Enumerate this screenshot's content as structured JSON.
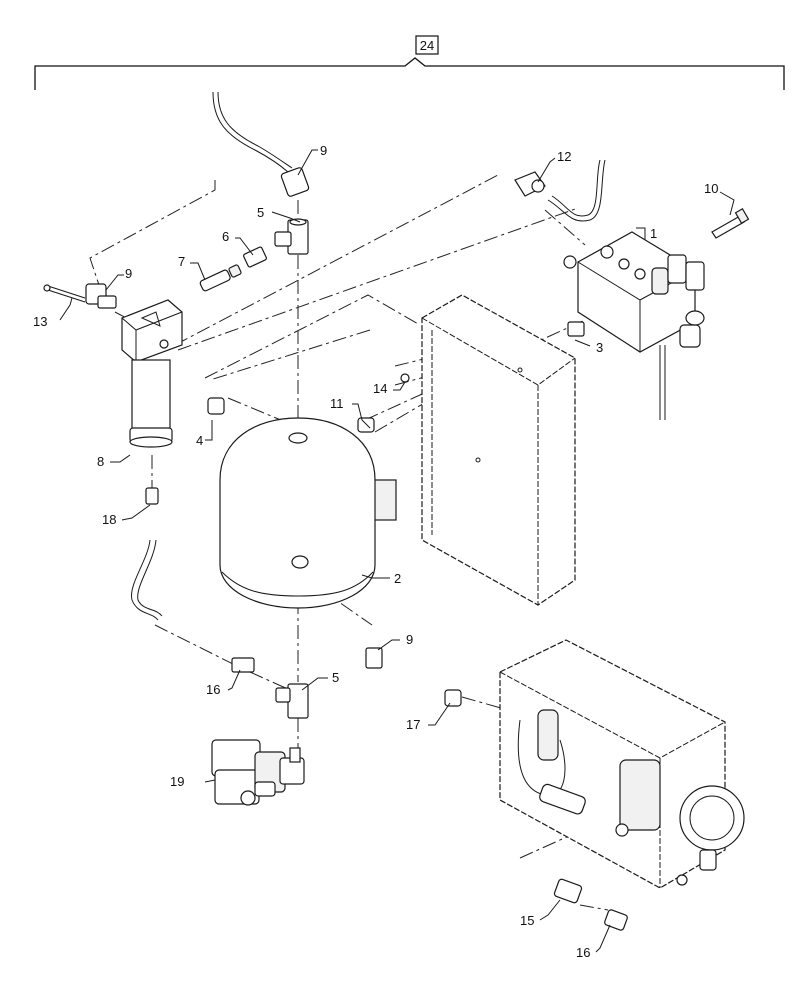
{
  "diagram": {
    "group_label": "24",
    "callouts": {
      "c1": "1",
      "c2": "2",
      "c3": "3",
      "c4": "4",
      "c5a": "5",
      "c5b": "5",
      "c6": "6",
      "c7": "7",
      "c8": "8",
      "c9a": "9",
      "c9b": "9",
      "c9c": "9",
      "c10": "10",
      "c11": "11",
      "c12": "12",
      "c13": "13",
      "c14": "14",
      "c15": "15",
      "c16a": "16",
      "c16b": "16",
      "c17": "17",
      "c18": "18",
      "c19": "19"
    }
  }
}
